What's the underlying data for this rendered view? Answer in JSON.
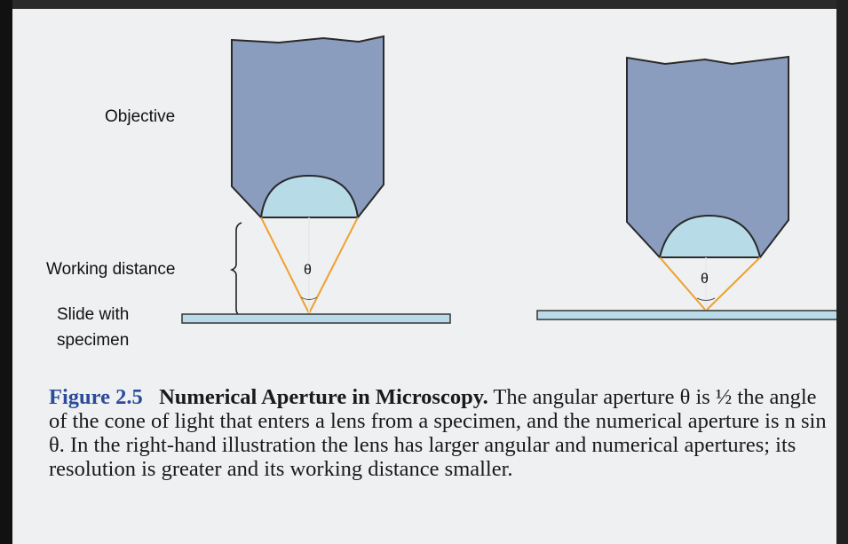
{
  "labels": {
    "objective": "Objective",
    "working_distance": "Working distance",
    "slide_line1": "Slide with",
    "slide_line2": "specimen",
    "theta_left": "θ",
    "theta_right": "θ"
  },
  "caption": {
    "figure_number": "Figure 2.5",
    "title": "Numerical Aperture in Microscopy.",
    "text": "The angular aperture θ is ½ the angle of the cone of light that enters a lens from a specimen, and the numerical aperture is n sin θ. In the right-hand illustration the lens has larger angular and numerical apertures; its resolution is greater and its working distance smaller."
  },
  "colors": {
    "objective_fill": "#8a9dbf",
    "lens_fill": "#b8dbe8",
    "light_cone": "#f0a030",
    "slide_fill": "#b9dbe9"
  }
}
